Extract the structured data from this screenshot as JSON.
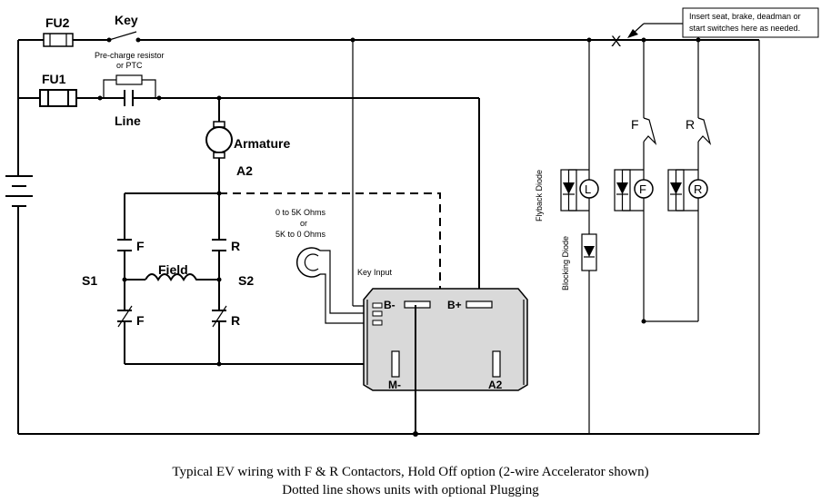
{
  "labels": {
    "fu2": "FU2",
    "key": "Key",
    "fu1": "FU1",
    "precharge_line1": "Pre-charge resistor",
    "precharge_line2": "or PTC",
    "line": "Line",
    "armature": "Armature",
    "a2_top": "A2",
    "f_contact": "F",
    "r_contact": "R",
    "s1": "S1",
    "s2": "S2",
    "field": "Field",
    "f_contact_nc": "F",
    "r_contact_nc": "R",
    "pot_line1": "0 to 5K Ohms",
    "pot_line2": "or",
    "pot_line3": "5K to 0 Ohms",
    "key_input": "Key Input",
    "b_minus": "B-",
    "b_plus": "B+",
    "m_minus": "M-",
    "a2_ctrl": "A2",
    "note_line1": "Insert seat, brake, deadman or",
    "note_line2": "start switches here as needed.",
    "x_mark": "X",
    "f_switch": "F",
    "r_switch": "R",
    "flyback_diode": "Flyback Diode",
    "blocking_diode": "Blocking Diode",
    "coil_l": "L",
    "coil_f": "F",
    "coil_r": "R"
  },
  "caption": {
    "line1": "Typical EV wiring with F & R Contactors, Hold Off option (2-wire Accelerator shown)",
    "line2": "Dotted line shows units with optional Plugging"
  }
}
